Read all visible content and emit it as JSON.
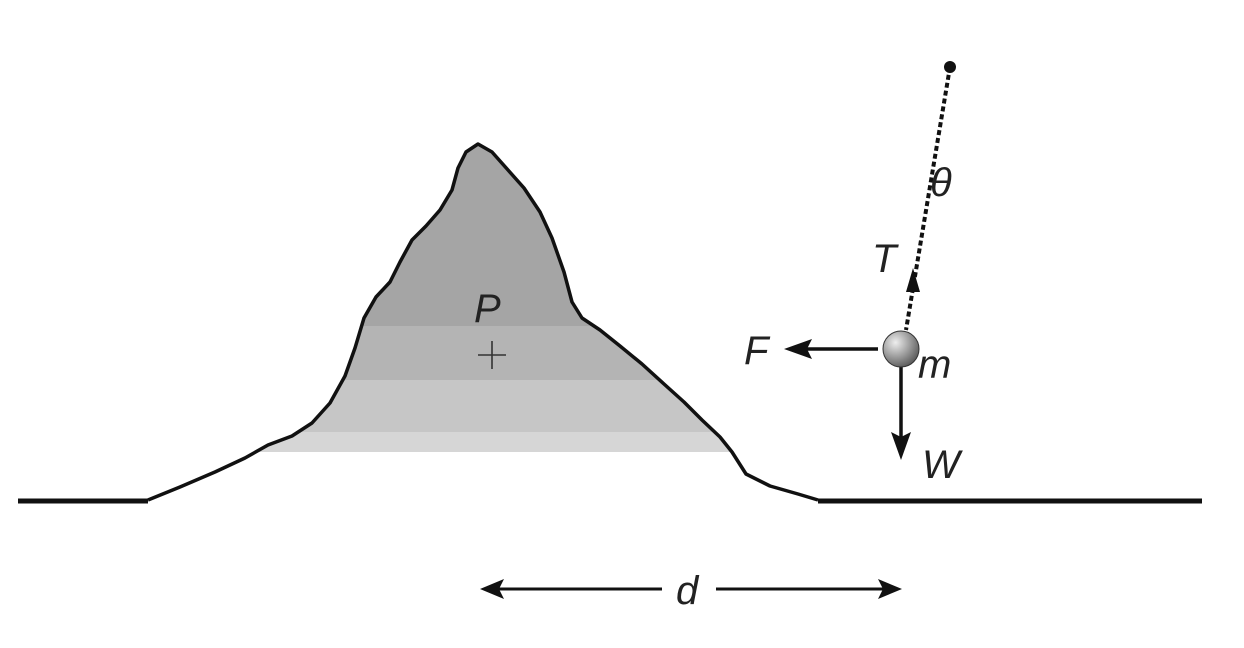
{
  "labels": {
    "point": "P",
    "angle": "θ",
    "tension": "T",
    "force": "F",
    "mass": "m",
    "weight": "W",
    "distance": "d"
  },
  "colors": {
    "ink": "#111111",
    "mountain_band_1": "#a5a5a5",
    "mountain_band_2": "#b4b4b4",
    "mountain_band_3": "#c6c6c6",
    "mountain_band_4": "#d6d6d6",
    "bob_light": "#eeeeee",
    "bob_dark": "#555555"
  }
}
